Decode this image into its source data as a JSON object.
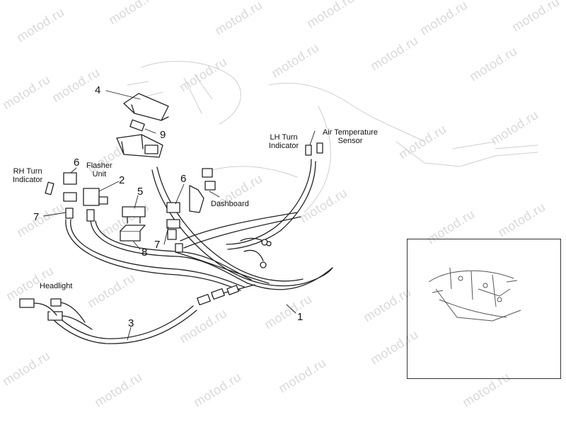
{
  "watermark": {
    "text": "motod.ru",
    "color": "#d9d9d9"
  },
  "labels": {
    "rh_turn_indicator": [
      "RH Turn",
      "Indicator"
    ],
    "flasher_unit": [
      "Flasher",
      "Unit"
    ],
    "lh_turn_indicator": [
      "LH Turn",
      "Indicator"
    ],
    "air_temperature_sensor": [
      "Air Temperature",
      "Sensor"
    ],
    "dashboard": "Dashboard",
    "headlight": "Headlight"
  },
  "callouts": {
    "c1": "1",
    "c2": "2",
    "c3": "3",
    "c4": "4",
    "c5": "5",
    "c6a": "6",
    "c6b": "6",
    "c7a": "7",
    "c7b": "7",
    "c8": "8",
    "c9": "9"
  },
  "inset": {
    "description_icon": "frame-overview-thumbnail-icon"
  }
}
